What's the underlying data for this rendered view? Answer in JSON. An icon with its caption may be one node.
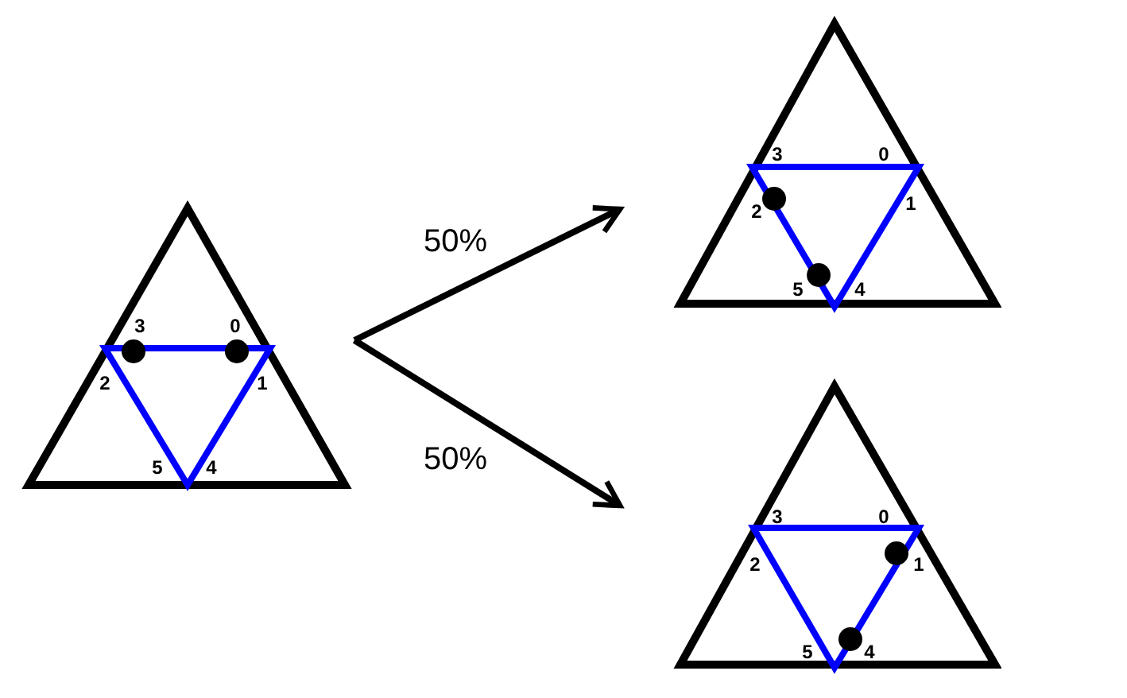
{
  "diagram": {
    "nodes": [
      {
        "text": [],
        "shape": "picture"
      },
      {
        "text": [],
        "shape": "picture"
      },
      {
        "text": [],
        "shape": "picture"
      }
    ],
    "edges": [
      {
        "from": 0,
        "to": 1,
        "arrow": "to",
        "label": "50%"
      },
      {
        "from": 0,
        "to": 2,
        "arrow": "to",
        "label": "50%"
      }
    ],
    "labels": [
      "3",
      "0",
      "2",
      "1",
      "5",
      "4",
      "3",
      "0",
      "2",
      "1",
      "5",
      "4",
      "3",
      "0",
      "2",
      "1",
      "5",
      "4"
    ]
  }
}
